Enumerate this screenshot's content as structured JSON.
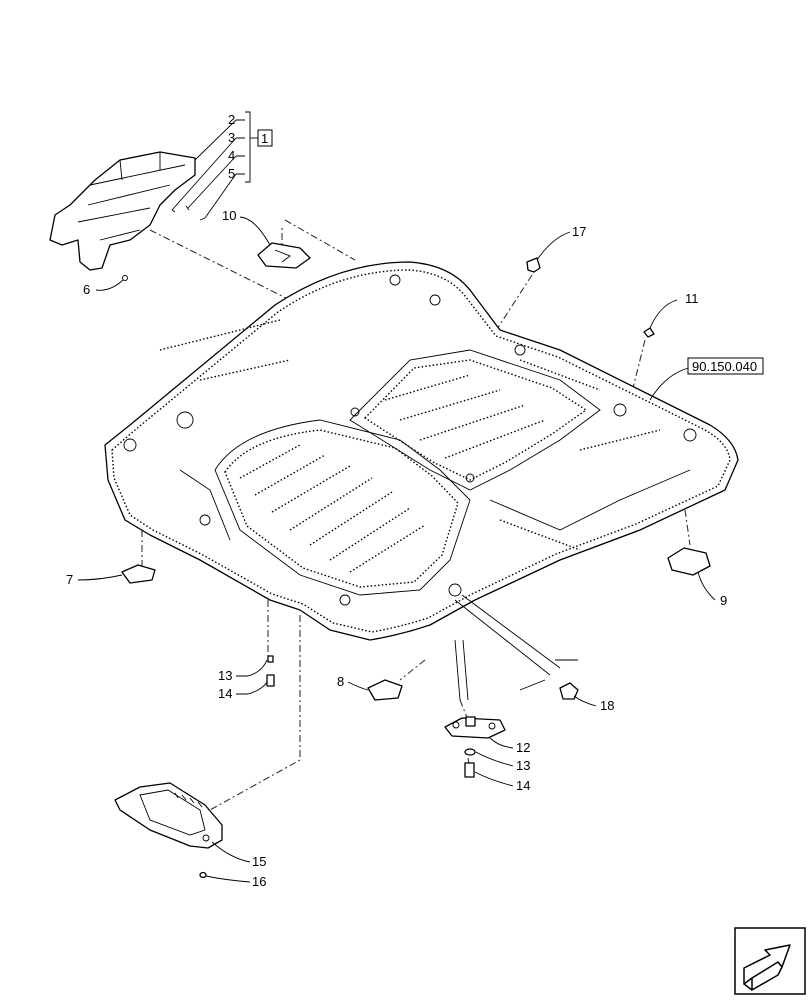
{
  "callouts": {
    "c1": "1",
    "c2": "2",
    "c3": "3",
    "c4": "4",
    "c5": "5",
    "c6": "6",
    "c7": "7",
    "c8": "8",
    "c9": "9",
    "c10": "10",
    "c11": "11",
    "c12": "12",
    "c13a": "13",
    "c13b": "13",
    "c14a": "14",
    "c14b": "14",
    "c15": "15",
    "c16": "16",
    "c17": "17",
    "c18": "18"
  },
  "reference": "90.150.040",
  "nav_icon": "next-page-arrow-icon"
}
